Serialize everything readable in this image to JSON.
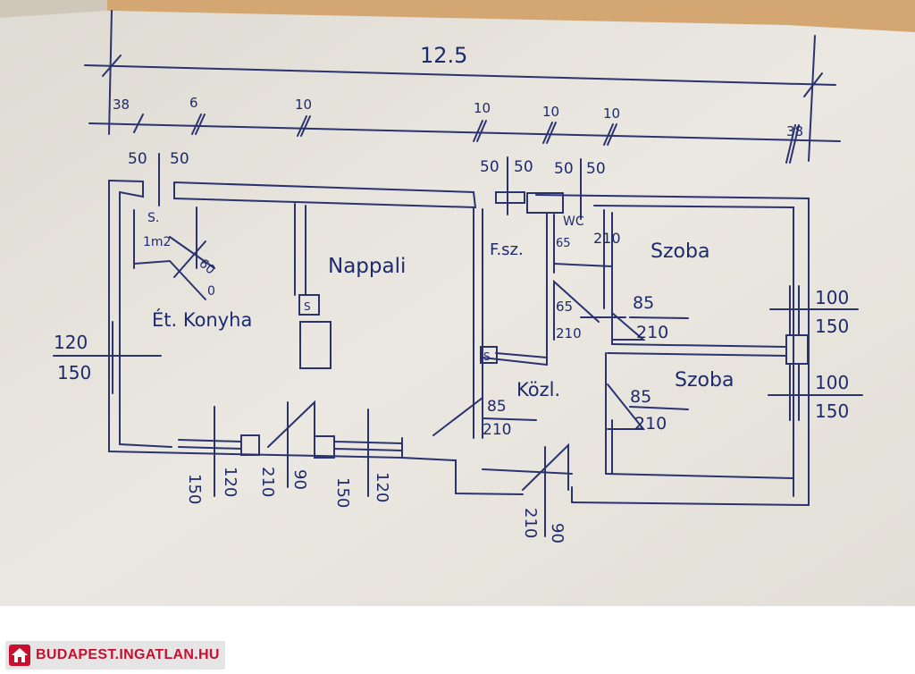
{
  "plan": {
    "total_width": "12.5",
    "segments": [
      "38",
      "6",
      "10",
      "10",
      "10",
      "10",
      "38"
    ],
    "window_pairs": [
      "50",
      "50",
      "50",
      "50",
      "50",
      "50"
    ],
    "rooms": {
      "kitchen": "Ét. Konyha",
      "living": "Nappali",
      "bath": "F.sz.",
      "wc": "WC",
      "room1": "Szoba",
      "room2": "Szoba",
      "hall": "Közl."
    },
    "small_marks": {
      "s": "S.",
      "mw": "1m2",
      "d60": "60",
      "d0": "0",
      "box1": "S",
      "box2": "S"
    },
    "dims": {
      "kitchen_window_w": "120",
      "kitchen_window_h": "150",
      "room1_window_w": "100",
      "room1_window_h": "150",
      "room2_window_w": "100",
      "room2_window_h": "150",
      "wc_door_w": "65",
      "wc_door_h": "210",
      "wc_top_1": "65",
      "wc_top_2": "210",
      "room1_door_w": "85",
      "room1_door_h": "210",
      "room2_door_w": "85",
      "room2_door_h": "210",
      "hall_door_w": "85",
      "hall_door_h": "210",
      "bottom_1": "150",
      "bottom_2": "120",
      "bottom_3": "210",
      "bottom_4": "90",
      "bottom_5": "150",
      "bottom_6": "120",
      "entry_1": "210",
      "entry_2": "90"
    }
  },
  "footer": {
    "logo_text": "BUDAPEST.INGATLAN.HU"
  },
  "colors": {
    "paper": "#e9e6df",
    "ink": "#1e2a6e",
    "brand": "#c8102e"
  }
}
